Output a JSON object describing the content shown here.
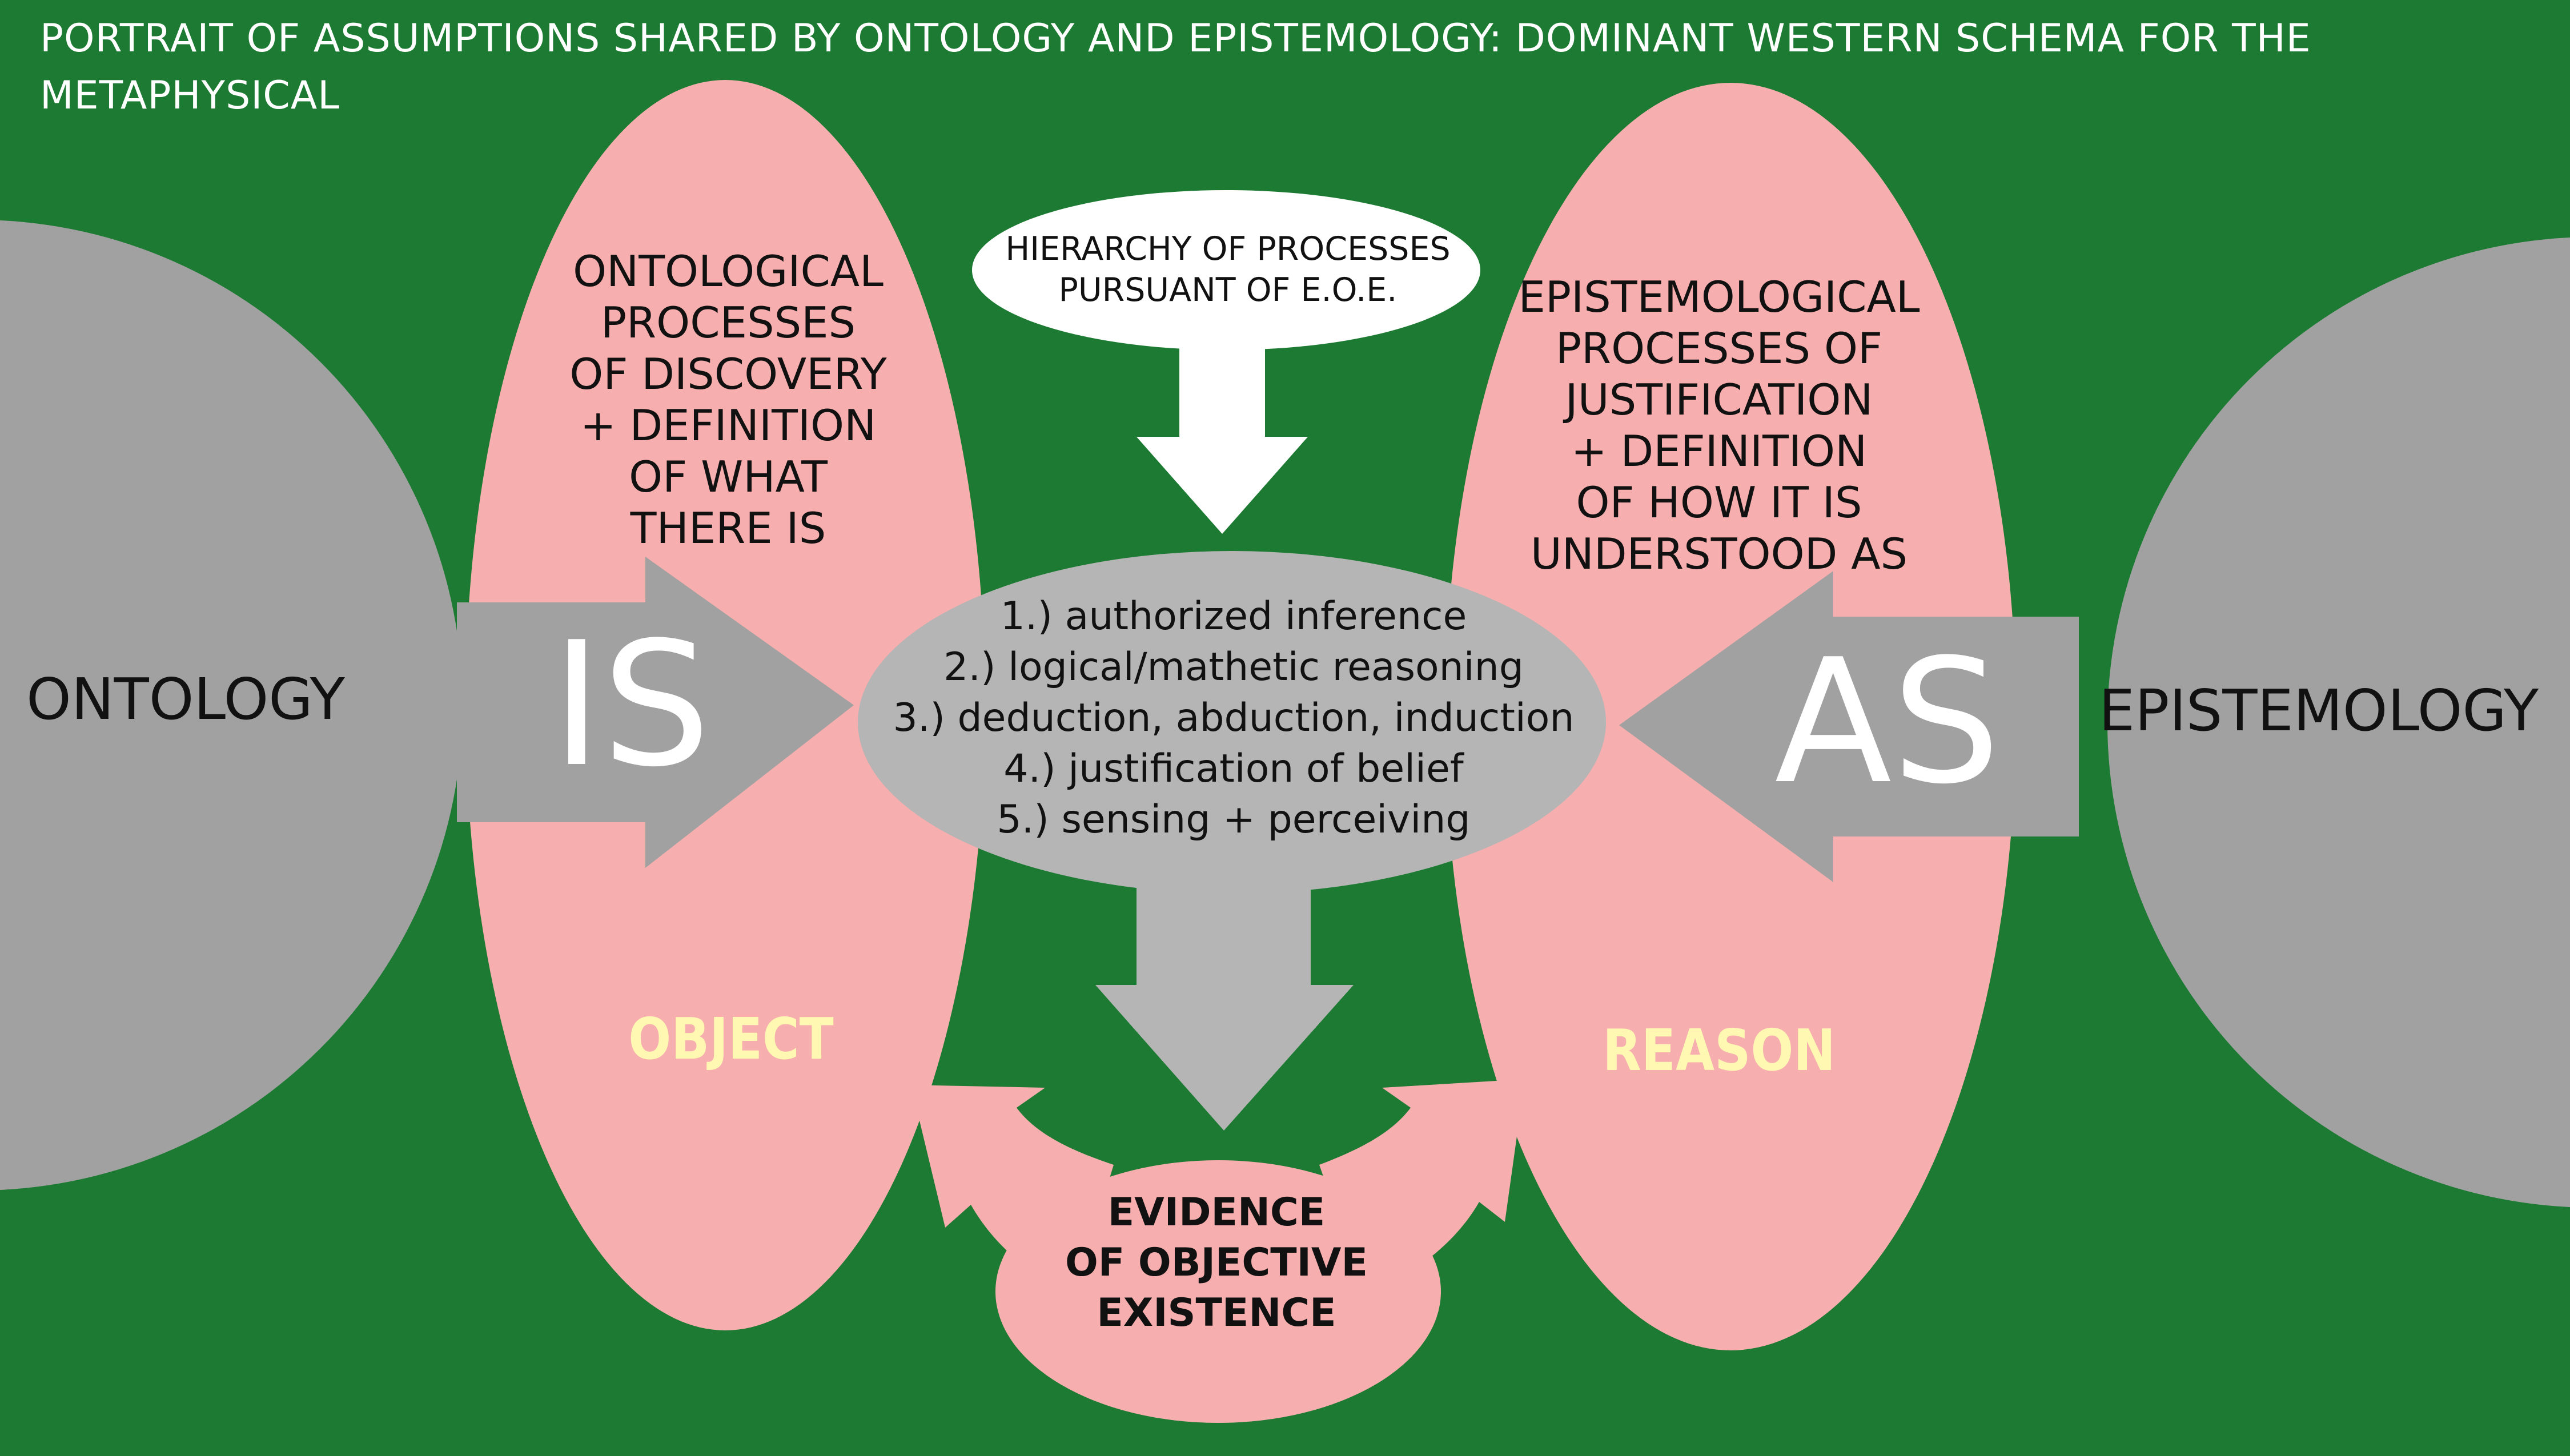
{
  "title": "PORTRAIT OF  ASSUMPTIONS  SHARED BY ONTOLOGY AND EPISTEMOLOGY: DOMINANT WESTERN SCHEMA FOR THE METAPHYSICAL",
  "ontology": {
    "label": "ONTOLOGY",
    "verb": "IS",
    "processes": [
      "ONTOLOGICAL",
      "PROCESSES",
      "OF DISCOVERY",
      "+ DEFINITION",
      "OF WHAT",
      "THERE IS"
    ],
    "category": "OBJECT"
  },
  "epistemology": {
    "label": "EPISTEMOLOGY",
    "verb": "AS",
    "processes": [
      "EPISTEMOLOGICAL",
      "PROCESSES OF",
      "JUSTIFICATION",
      "+ DEFINITION",
      "OF HOW IT IS",
      "UNDERSTOOD AS"
    ],
    "category": "REASON"
  },
  "hierarchy": {
    "callout": [
      "HIERARCHY OF PROCESSES",
      "PURSUANT OF E.O.E."
    ],
    "items": [
      "1.) authorized inference",
      "2.) logical/mathetic reasoning",
      "3.) deduction, abduction, induction",
      "4.) justification of belief",
      "5.) sensing + perceiving"
    ]
  },
  "evidence": [
    "EVIDENCE",
    "OF OBJECTIVE",
    "EXISTENCE"
  ],
  "colors": {
    "background": "#1c7a32",
    "pink": "#f7aeae",
    "gray": "#a1a1a1",
    "center_gray": "#b5b5b5",
    "yellow_text": "#fff8b3",
    "white": "#ffffff"
  }
}
